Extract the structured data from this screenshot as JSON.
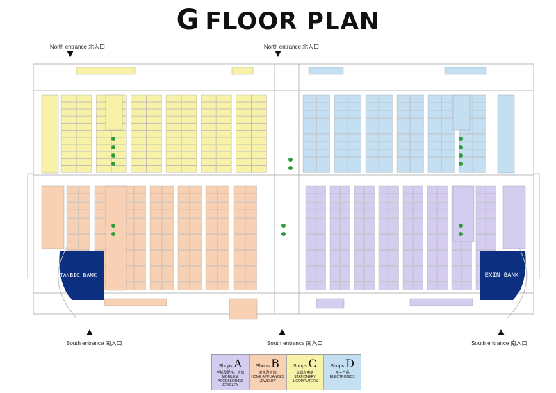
{
  "title": {
    "letter": "G",
    "text": "FLOOR PLAN"
  },
  "entrances": {
    "north": "North entrance 北入口",
    "south": "South entrance 南入口"
  },
  "banks": {
    "left": "STANBIC BANK",
    "right": "EXIN BANK"
  },
  "colors": {
    "zone_a": "#d4cdf0",
    "zone_b": "#f8d0b4",
    "zone_c": "#f8f2a8",
    "zone_d": "#c4def2",
    "bank": "#0c2f80",
    "wall": "#b9b9b9",
    "plant": "#2e9b3a"
  },
  "zones": {
    "A": {
      "code": "A",
      "prefix": "A",
      "rows": 13,
      "first_col": 1,
      "last_col": 8
    },
    "B": {
      "code": "B",
      "prefix": "B",
      "rows": 13,
      "first_col": 1,
      "last_col": 7
    },
    "C": {
      "code": "C",
      "prefix": "C",
      "rows": 11,
      "first_col": 1,
      "last_col": 6
    },
    "D": {
      "code": "D",
      "prefix": "D",
      "rows": 10,
      "first_col": 1,
      "last_col": 6
    }
  },
  "legend": [
    {
      "label": "Shops",
      "letter": "A",
      "cn": "手机及配件、首饰",
      "en": [
        "MOBILE & ACCESSORIES",
        "JEWELRY"
      ],
      "color": "#d4cdf0"
    },
    {
      "label": "Shops",
      "letter": "B",
      "cn": "家电及首饰",
      "en": [
        "HOME APPLIANCES",
        "JEWELRY"
      ],
      "color": "#f8d0b4"
    },
    {
      "label": "Shops",
      "letter": "C",
      "cn": "文具和电脑",
      "en": [
        "STATIONERY",
        "& COMPUTERS"
      ],
      "color": "#f8f2a8"
    },
    {
      "label": "Shops",
      "letter": "D",
      "cn": "电子产品",
      "en": [
        "ELECTRONICS"
      ],
      "color": "#c4def2"
    }
  ]
}
